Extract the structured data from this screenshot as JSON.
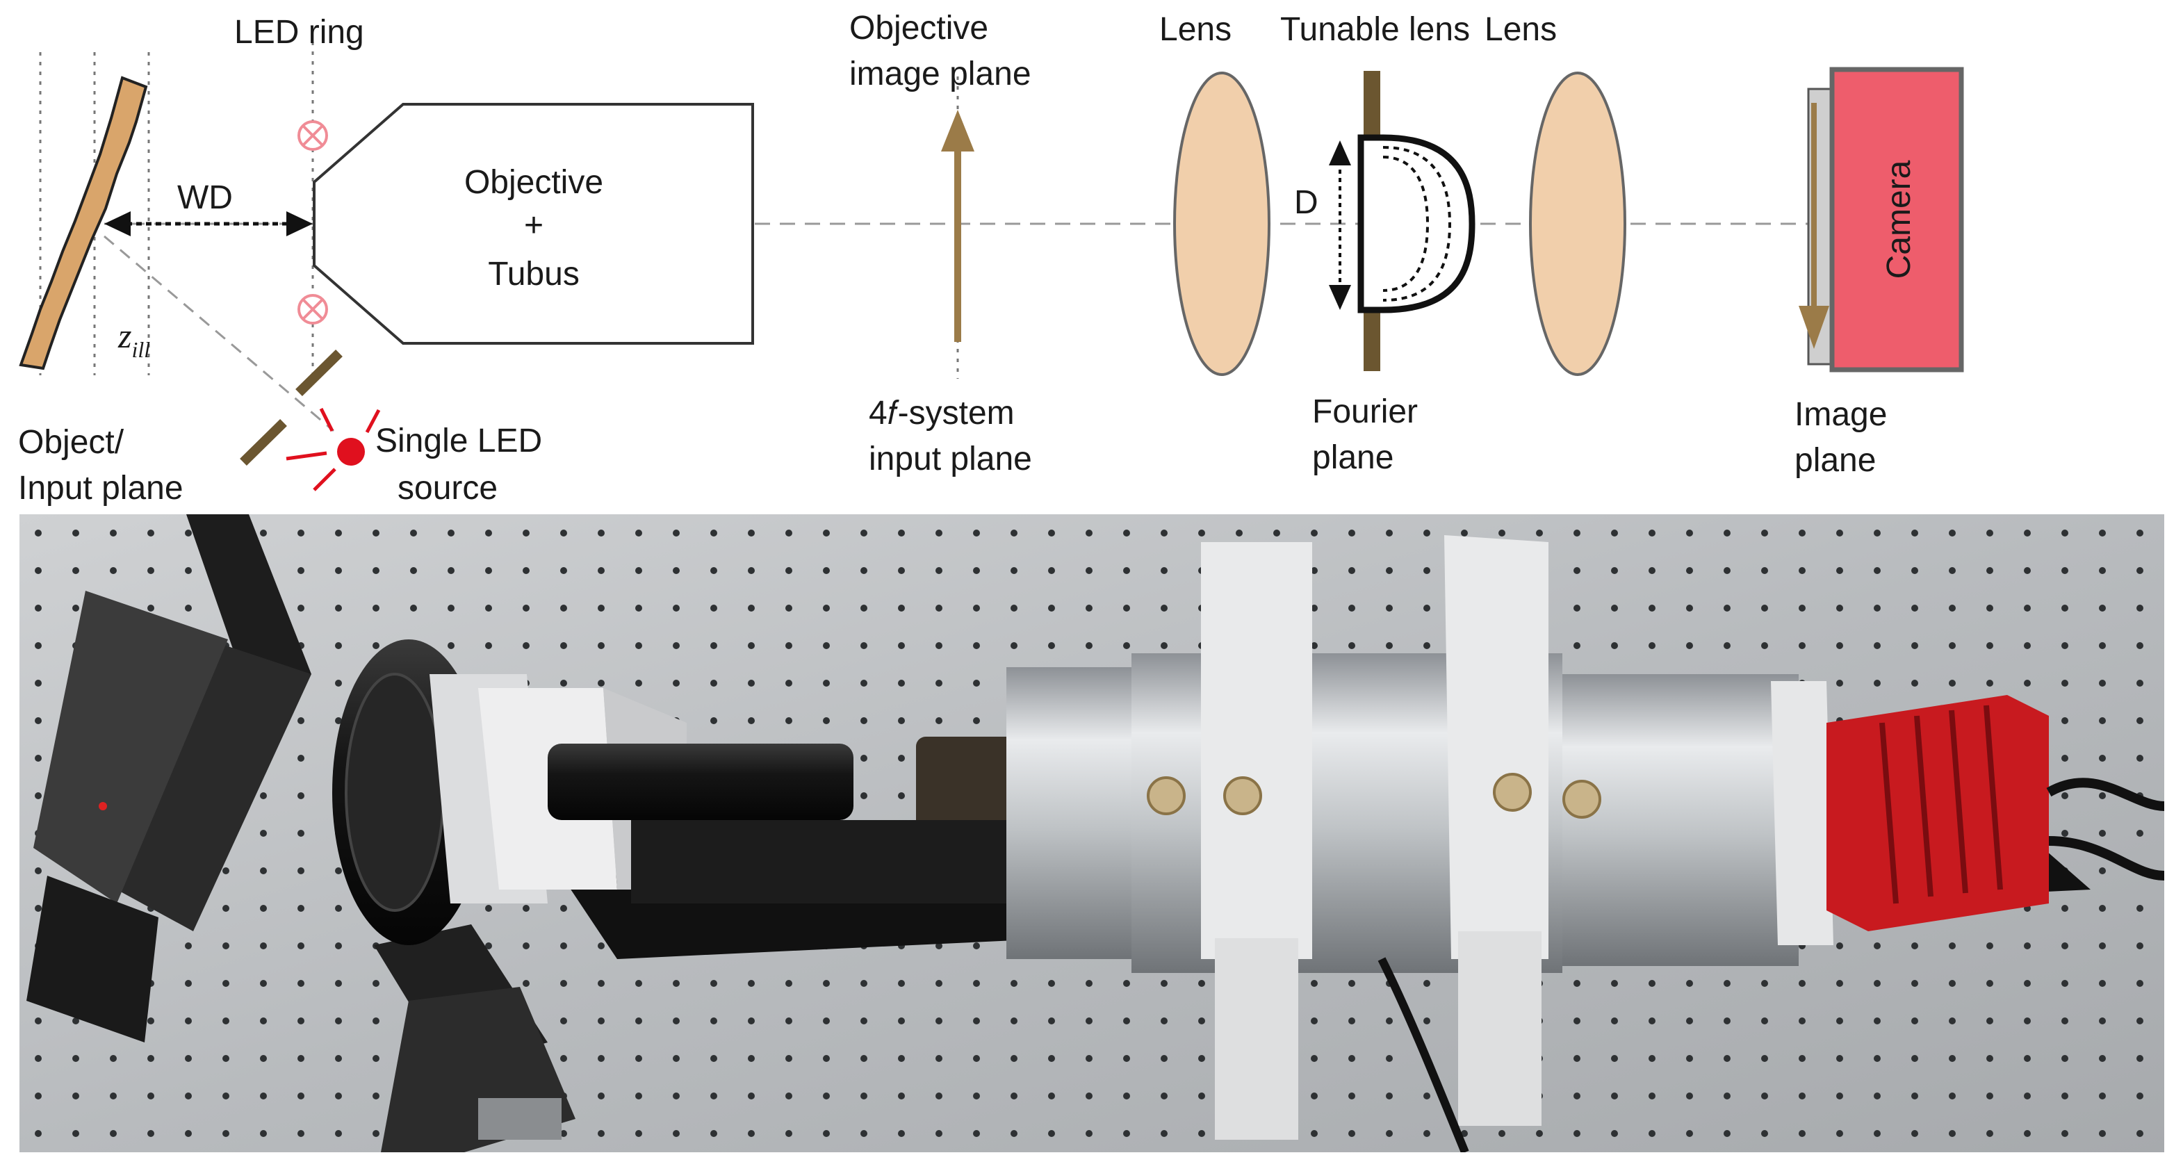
{
  "labels": {
    "led_ring": "LED ring",
    "wd": "WD",
    "z_ill_main": "z",
    "z_ill_sub": "ill",
    "object_input_plane": [
      "Object/",
      "Input plane"
    ],
    "single_led_source": [
      "Single LED",
      "source"
    ],
    "objective_tubus": [
      "Objective",
      "+",
      "Tubus"
    ],
    "objective_image_plane": [
      "Objective",
      "image plane"
    ],
    "fourf_input_plane": [
      "4𝑓-system",
      "input plane"
    ],
    "lens_left": "Lens",
    "tunable_lens": "Tunable lens",
    "lens_right": "Lens",
    "d_label": "D",
    "fourier_plane": [
      "Fourier",
      "plane"
    ],
    "camera": "Camera",
    "image_plane": [
      "Image",
      "plane"
    ]
  },
  "colors": {
    "lens_fill": "#f1cfab",
    "object_fill": "#d9a56b",
    "bronze_arrow": "#9b7b48",
    "tunable_rail": "#6b5630",
    "camera_fill": "#ee5d6c",
    "camera_sensor": "#cfcfcf",
    "led_red": "#e0101e",
    "led_ring_pink": "#f08c96",
    "axis_gray": "#999999",
    "table_metal": "#b9bcbf",
    "camera_red": "#c81a1f",
    "aluminum": "#d9dadb"
  },
  "icons": {
    "led_ring_symbol": "circle-cross-icon",
    "single_led": "red-dot-icon"
  }
}
